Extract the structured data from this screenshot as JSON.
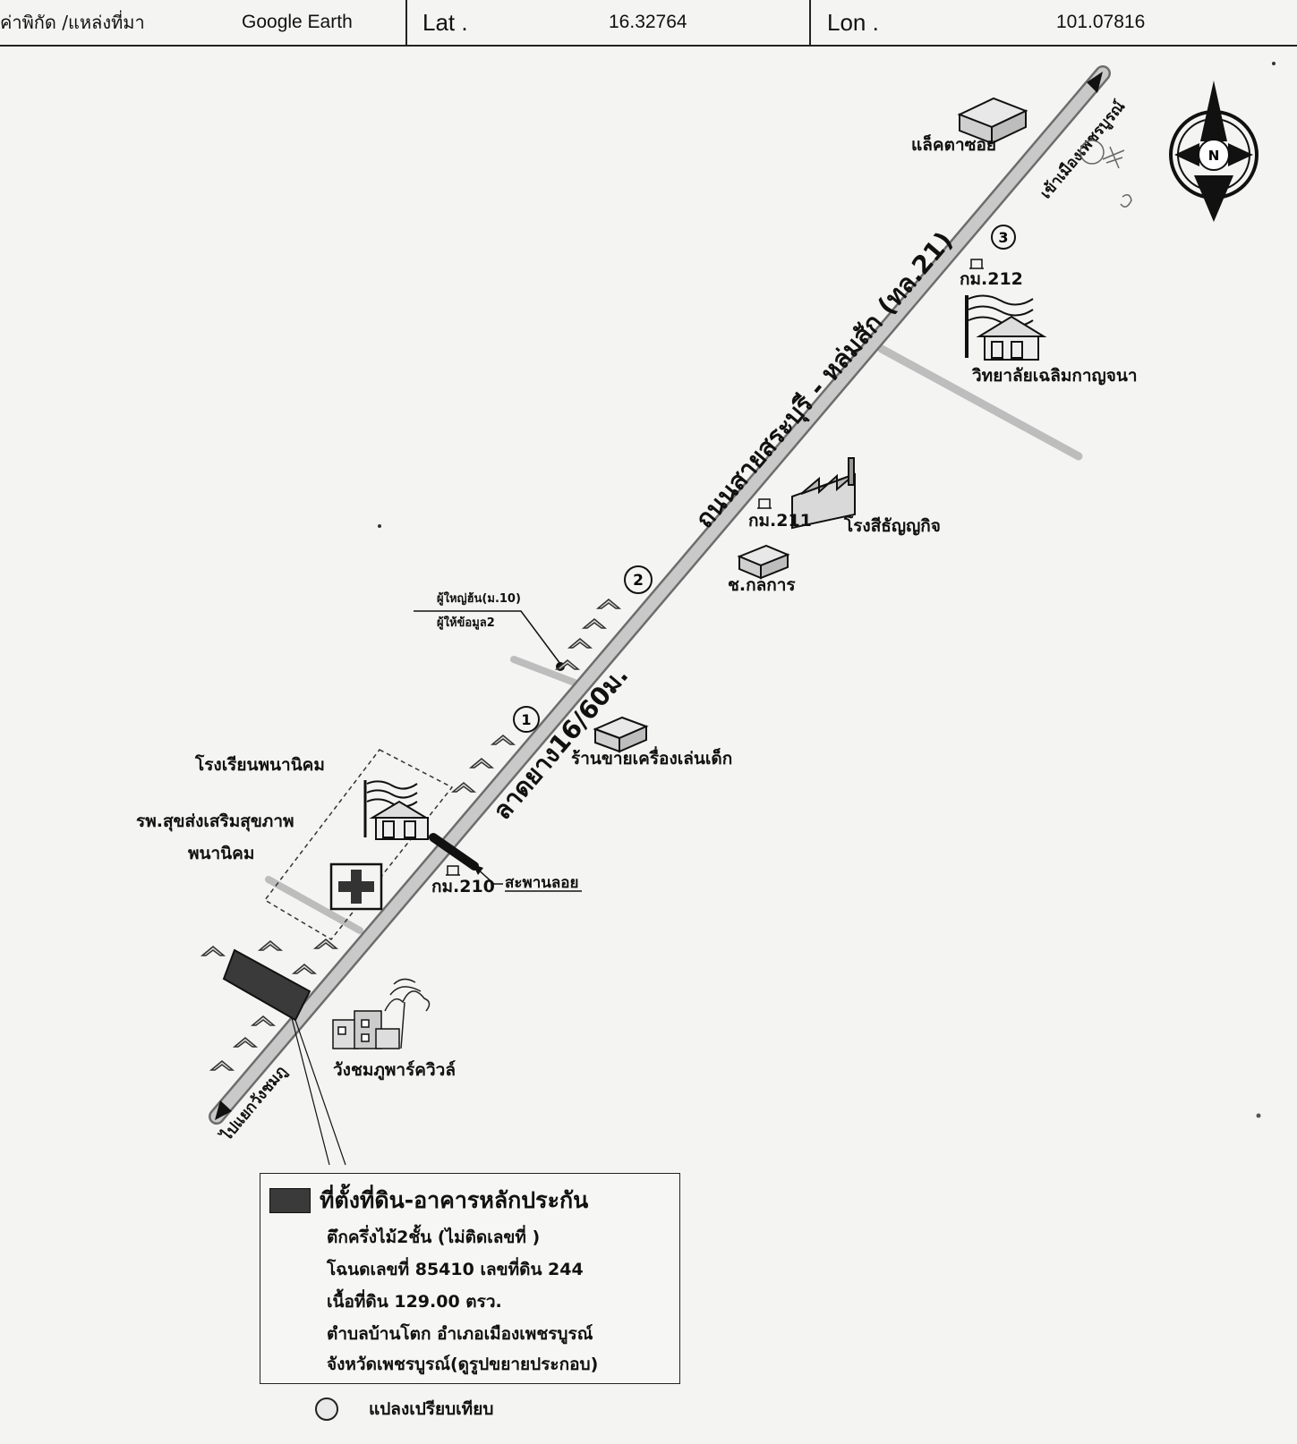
{
  "header": {
    "source_label": "ค่าพิกัด /แหล่งที่มา",
    "source_value": "Google Earth",
    "lat_label": "Lat .",
    "lat_value": "16.32764",
    "lon_label": "Lon .",
    "lon_value": "101.07816"
  },
  "compass": {
    "label": "N"
  },
  "roads": {
    "main": "ถนนสายสระบุรี - หล่มสัก (ทล.21)",
    "side": "ลาดยาง16/60ม.",
    "to_north": "เข้าเมืองเพชรบูรณ์",
    "to_south": "ไปแยกวังชมภู"
  },
  "landmarks": {
    "lek_ta_soi": "แล็คตาซอย",
    "km212": "กม.212",
    "college": "วิทยาลัยเฉลิมกาญจนา",
    "km211": "กม.211",
    "rice_mill": "โรงสีธัญญกิจ",
    "garage": "ช.กลการ",
    "headman_line1": "ผู้ใหญ่ฮ้น(ม.10)",
    "headman_line2": "ผู้ให้ข้อมูล2",
    "toy_shop": "ร้านขายเครื่องเล่นเด็ก",
    "school": "โรงเรียนพนานิคม",
    "hospital_line1": "รพ.สุขส่งเสริมสุขภาพ",
    "hospital_line2": "พนานิคม",
    "km210": "กม.210",
    "bridge": "สะพานลอย",
    "village": "วังชมภูพาร์ควิวล์"
  },
  "markers": [
    "1",
    "2",
    "3"
  ],
  "legend": {
    "title": "ที่ตั้งที่ดิน-อาคารหลักประกัน",
    "lines": [
      "ตึกครึ่งไม้2ชั้น (ไม่ติดเลขที่ )",
      "โฉนดเลขที่ 85410 เลขที่ดิน 244",
      "เนื้อที่ดิน 129.00 ตรว.",
      "ตำบลบ้านโตก อำเภอเมืองเพชรบูรณ์",
      "จังหวัดเพชรบูรณ์(ดูรูปขยายประกอบ)"
    ],
    "comparison": "แปลงเปรียบเทียบ"
  }
}
